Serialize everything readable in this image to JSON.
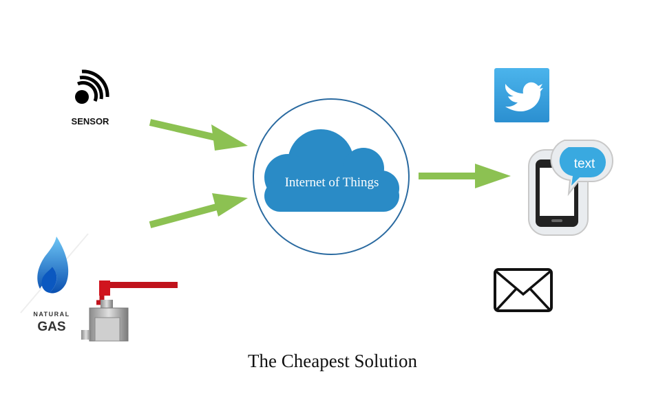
{
  "sensor": {
    "label": "SENSOR",
    "icon": "sensor-wifi-icon"
  },
  "gas": {
    "label_top": "NATURAL",
    "label_bottom": "GAS",
    "icon": "gas-flame-icon",
    "valve_icon": "gas-valve-icon"
  },
  "cloud": {
    "label": "Internet of Things",
    "icon": "cloud-icon",
    "color": "#2a8bc6",
    "ring_color": "#2a6aa0"
  },
  "outputs": {
    "twitter": {
      "icon": "twitter-bird-icon",
      "color": "#3aa0e0"
    },
    "sms": {
      "label": "text",
      "icon": "phone-text-icon",
      "bubble_color": "#39a9e0"
    },
    "email": {
      "icon": "envelope-icon"
    }
  },
  "arrow_color": "#8cc152",
  "caption": "The Cheapest Solution"
}
